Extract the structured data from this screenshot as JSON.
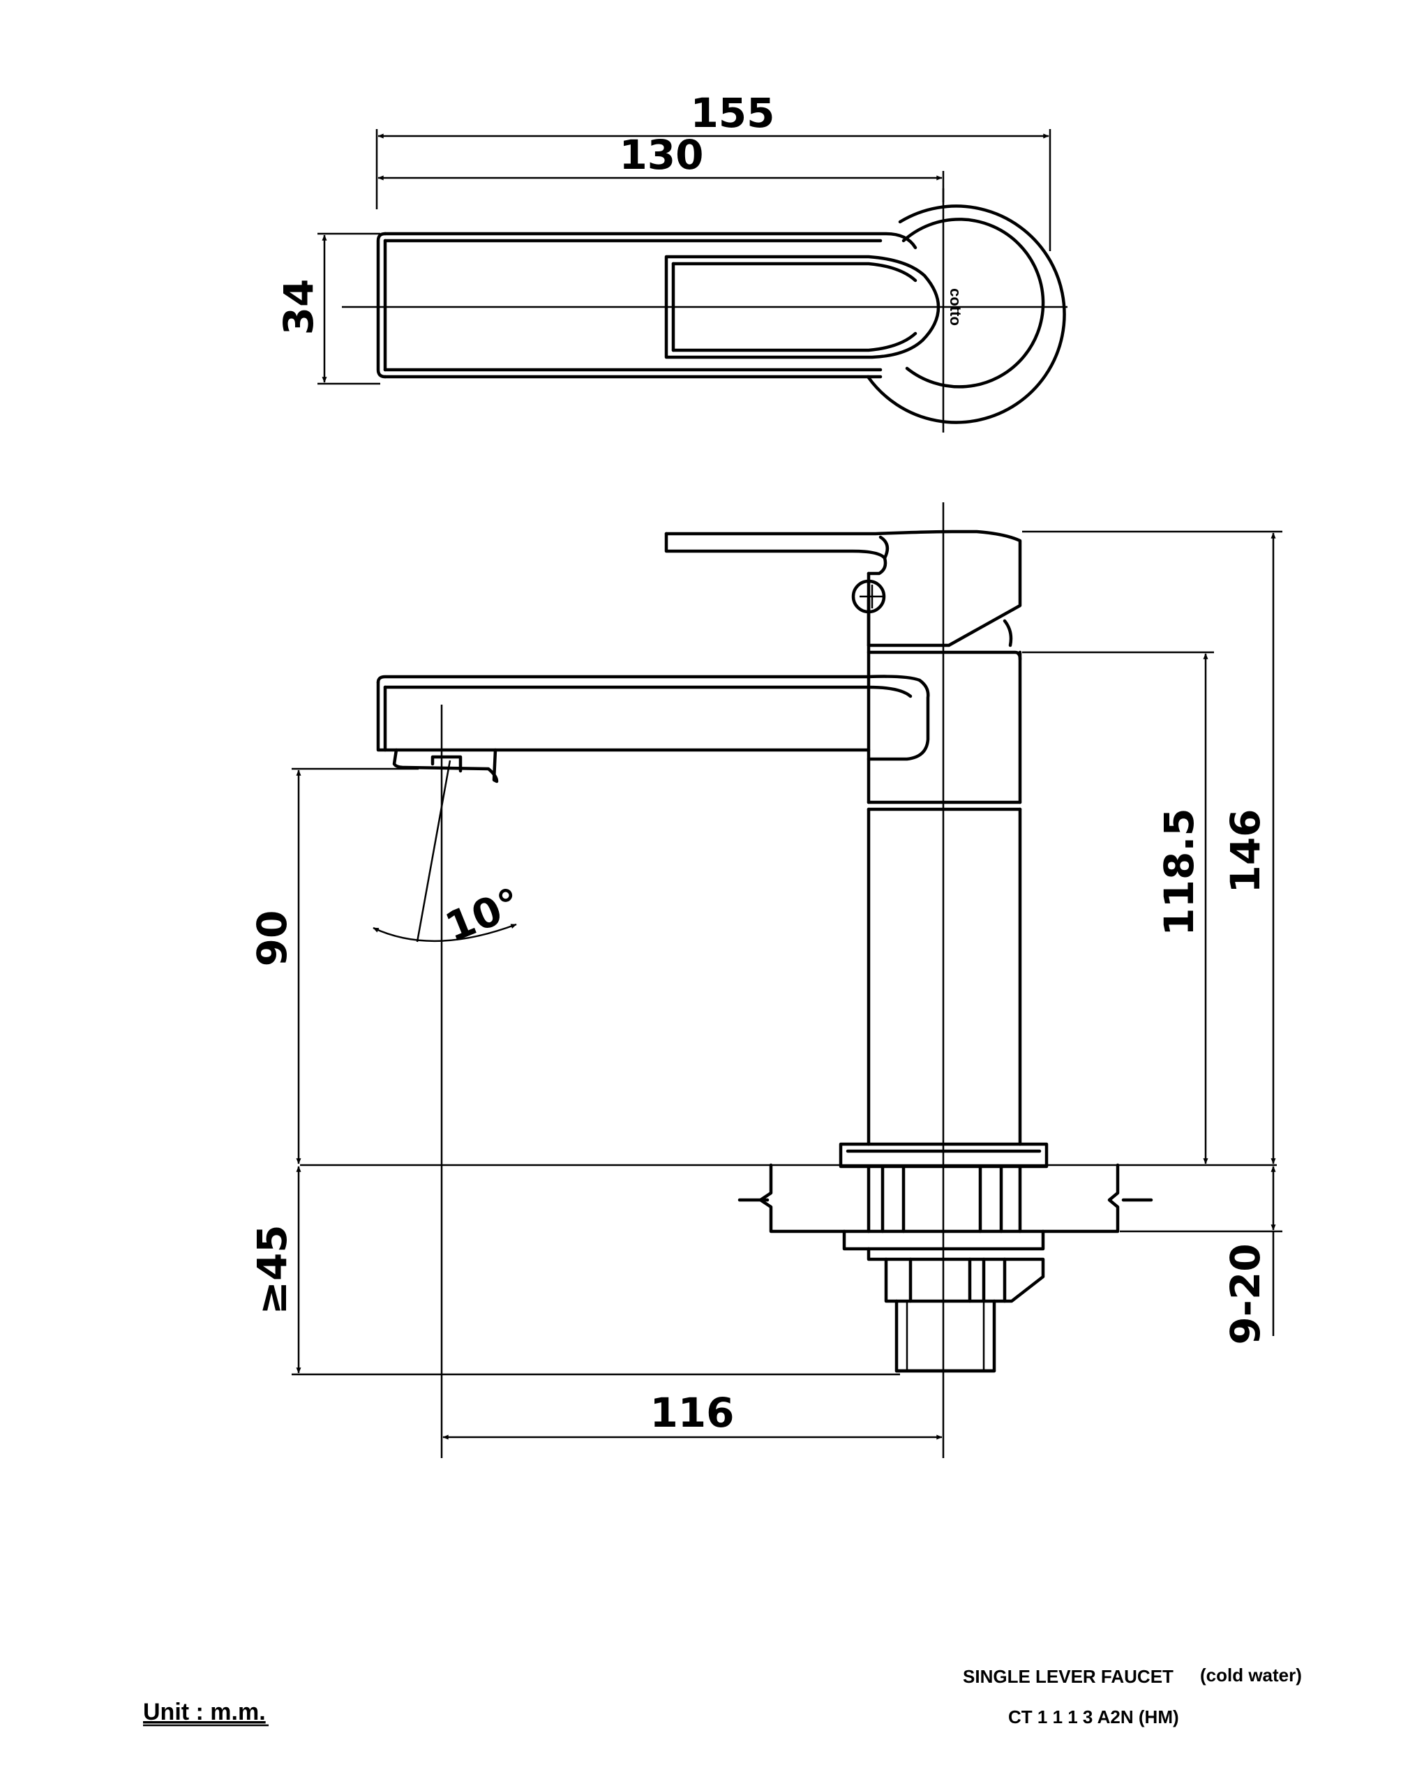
{
  "dimensions": {
    "top_overall": "155",
    "top_spout": "130",
    "top_width": "34",
    "height_outlet": "90",
    "angle": "10°",
    "height_body": "118.5",
    "height_total": "146",
    "below_min": "≥45",
    "counter_thickness": "9-20",
    "reach": "116"
  },
  "brand_mark": "cotto",
  "title_block": {
    "unit": "Unit : m.m.",
    "product_name": "SINGLE LEVER FAUCET",
    "product_note": "(cold water)",
    "model": "CT 1 1 1 3 A2N (HM)"
  }
}
